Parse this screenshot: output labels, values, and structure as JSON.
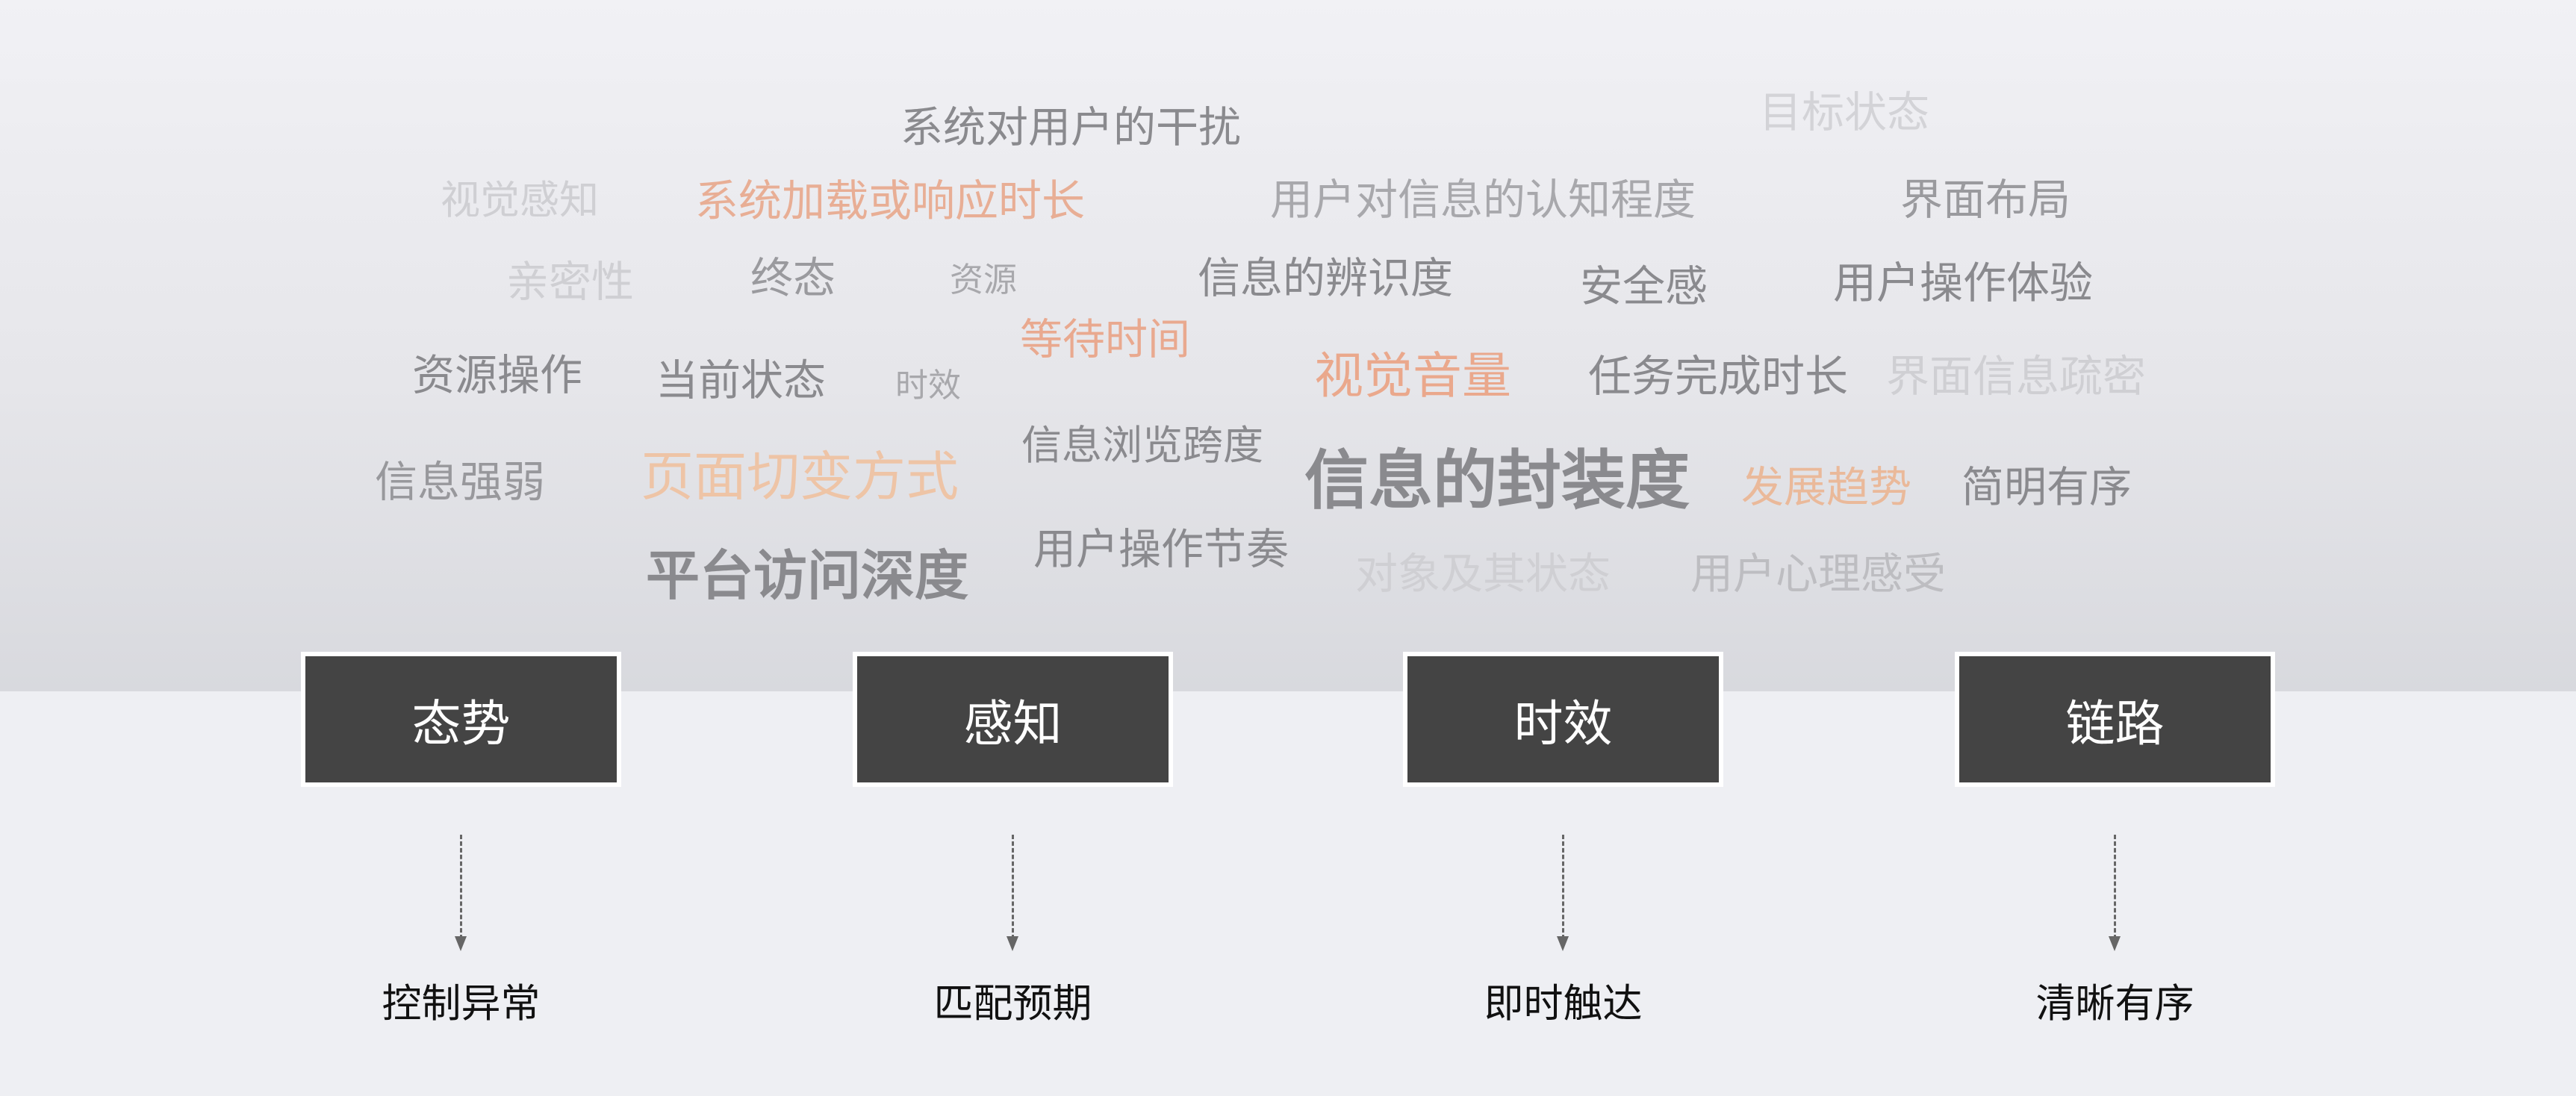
{
  "colors": {
    "gray": "#8a8a8e",
    "light": "#cfcfd3",
    "mid": "#a8a8ac",
    "orange": "#e8ae95",
    "peach": "#eec4a6",
    "box": "#444444"
  },
  "words": [
    {
      "text": "系统对用户的干扰",
      "tone": "gray"
    },
    {
      "text": "目标状态",
      "tone": "light"
    },
    {
      "text": "视觉感知",
      "tone": "light"
    },
    {
      "text": "系统加载或响应时长",
      "tone": "orange"
    },
    {
      "text": "用户对信息的认知程度",
      "tone": "mid"
    },
    {
      "text": "界面布局",
      "tone": "mid"
    },
    {
      "text": "亲密性",
      "tone": "light"
    },
    {
      "text": "终态",
      "tone": "mid"
    },
    {
      "text": "资源",
      "tone": "mid"
    },
    {
      "text": "信息的辨识度",
      "tone": "gray"
    },
    {
      "text": "安全感",
      "tone": "gray"
    },
    {
      "text": "用户操作体验",
      "tone": "gray"
    },
    {
      "text": "等待时间",
      "tone": "orange"
    },
    {
      "text": "资源操作",
      "tone": "gray"
    },
    {
      "text": "当前状态",
      "tone": "gray"
    },
    {
      "text": "时效",
      "tone": "mid"
    },
    {
      "text": "视觉音量",
      "tone": "orange"
    },
    {
      "text": "任务完成时长",
      "tone": "gray"
    },
    {
      "text": "界面信息疏密",
      "tone": "light"
    },
    {
      "text": "信息浏览跨度",
      "tone": "gray"
    },
    {
      "text": "信息强弱",
      "tone": "gray"
    },
    {
      "text": "页面切变方式",
      "tone": "peach"
    },
    {
      "text": "信息的封装度",
      "tone": "gray"
    },
    {
      "text": "发展趋势",
      "tone": "peach"
    },
    {
      "text": "简明有序",
      "tone": "gray"
    },
    {
      "text": "平台访问深度",
      "tone": "gray"
    },
    {
      "text": "用户操作节奏",
      "tone": "gray"
    },
    {
      "text": "对象及其状态",
      "tone": "light"
    },
    {
      "text": "用户心理感受",
      "tone": "light"
    }
  ],
  "pillars": [
    {
      "label": "态势",
      "goal": "控制异常"
    },
    {
      "label": "感知",
      "goal": "匹配预期"
    },
    {
      "label": "时效",
      "goal": "即时触达"
    },
    {
      "label": "链路",
      "goal": "清晰有序"
    }
  ]
}
